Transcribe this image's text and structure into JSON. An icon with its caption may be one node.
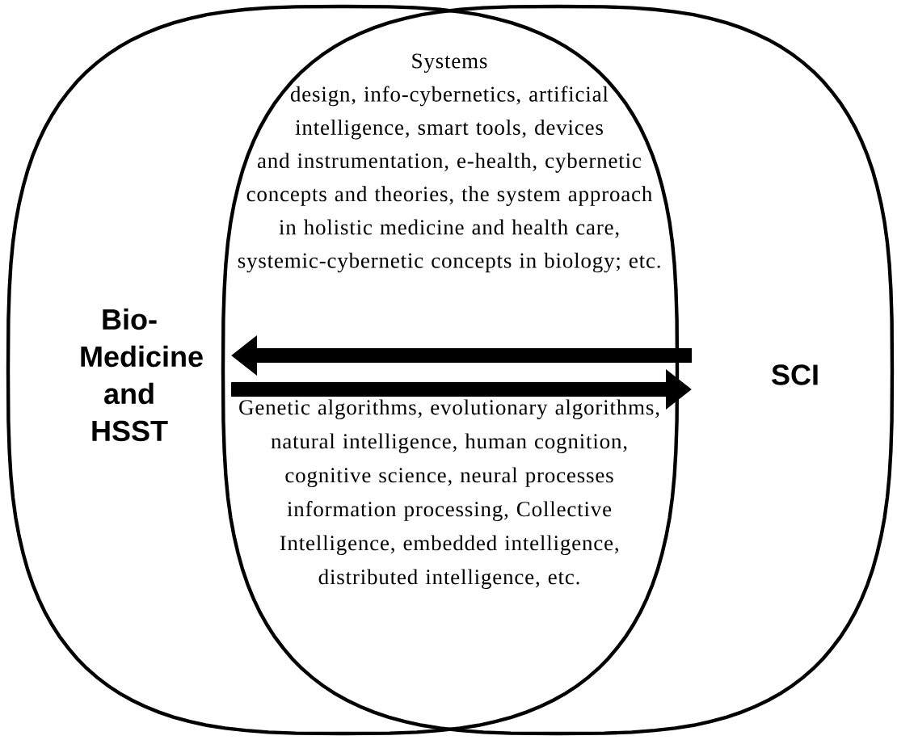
{
  "diagram": {
    "nodes": [
      {
        "text": [
          "Bio-Medicine and HSST"
        ]
      },
      {
        "text": [
          "SCI"
        ]
      }
    ],
    "edges": [
      {
        "from": 1,
        "to": 0,
        "arrow": "to"
      },
      {
        "from": 0,
        "to": 1,
        "arrow": "to"
      }
    ],
    "labels": [
      "Systems design, info-cybernetics, artificial intelligence, smart tools, devices and instrumentation, e-health, cybernetic concepts and theories, the system approach in holistic medicine and health care, systemic-cybernetic concepts in biology; etc.",
      "Genetic algorithms, evolutionary algorithms, natural intelligence, human cognition, cognitive science, neural processes information processing, Collective Intelligence, embedded intelligence, distributed intelligence, etc."
    ]
  }
}
